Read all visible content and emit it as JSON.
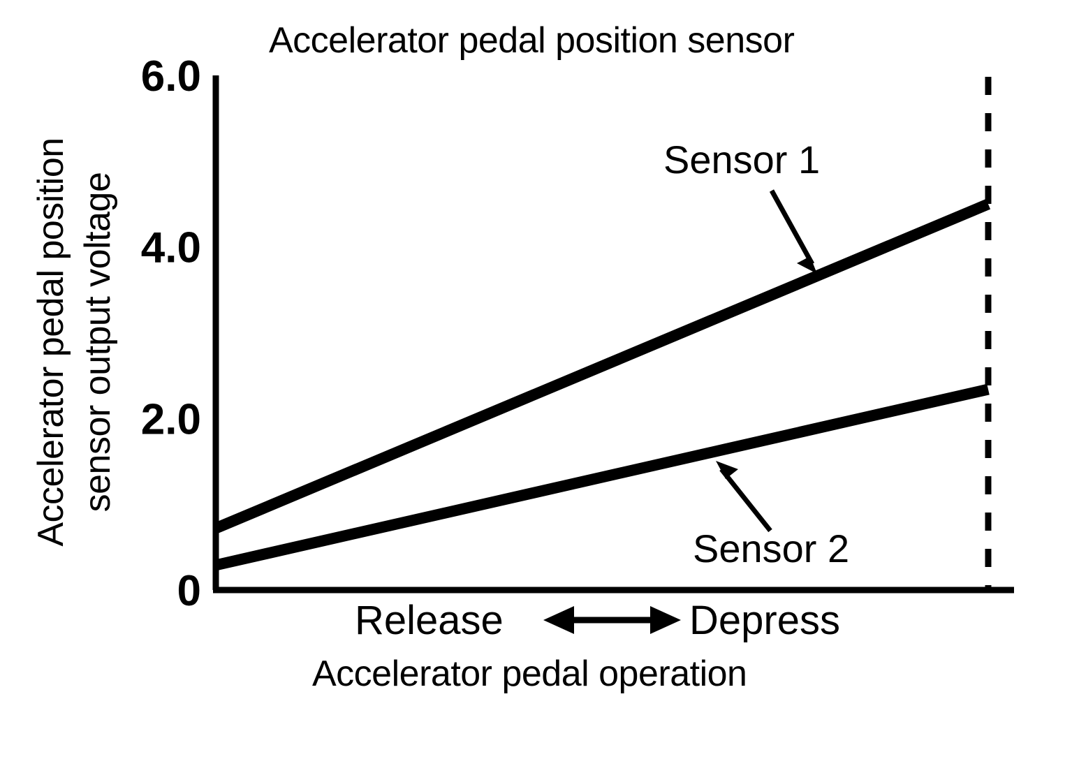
{
  "chart_data": {
    "type": "line",
    "title": "Accelerator pedal position sensor",
    "xlabel": "Accelerator pedal operation",
    "ylabel_line1": "Accelerator pedal position",
    "ylabel_line2": "sensor output voltage",
    "x_left_label": "Release",
    "x_right_label": "Depress",
    "x_axis_arrow": "double-headed-horizontal",
    "ytick_labels": [
      "0",
      "2.0",
      "4.0",
      "6.0"
    ],
    "ytick_values": [
      0,
      2.0,
      4.0,
      6.0
    ],
    "ylim": [
      0,
      6.0
    ],
    "xlim": [
      0,
      100
    ],
    "grid": false,
    "legend_position": "inline-annotations",
    "x": [
      0,
      100
    ],
    "series": [
      {
        "name": "Sensor 1",
        "values": [
          0.72,
          4.5
        ],
        "units": "V"
      },
      {
        "name": "Sensor 2",
        "values": [
          0.29,
          2.34
        ],
        "units": "V"
      }
    ],
    "annotations": [
      {
        "text": "Sensor 1",
        "points_to_series": "Sensor 1",
        "points_to_x": 70,
        "points_to_y": 3.45
      },
      {
        "text": "Sensor 2",
        "points_to_series": "Sensor 2",
        "points_to_x": 68,
        "points_to_y": 1.66
      }
    ],
    "reference_lines": [
      {
        "orientation": "vertical",
        "x": 100,
        "style": "dashed",
        "label": ""
      }
    ],
    "colors": {
      "line": "#000000",
      "axis": "#000000",
      "background": "#ffffff"
    }
  }
}
